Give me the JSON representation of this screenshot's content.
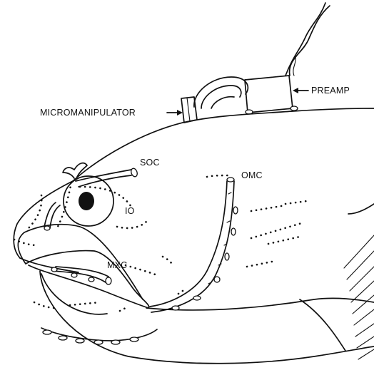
{
  "labels": {
    "micromanipulator": "MICROMANIPULATOR",
    "preamp": "PREAMP",
    "soc": "SOC",
    "io": "IO",
    "omc": "OMC",
    "mxc": "MXC"
  },
  "colors": {
    "ink": "#111111",
    "paper": "#ffffff"
  }
}
